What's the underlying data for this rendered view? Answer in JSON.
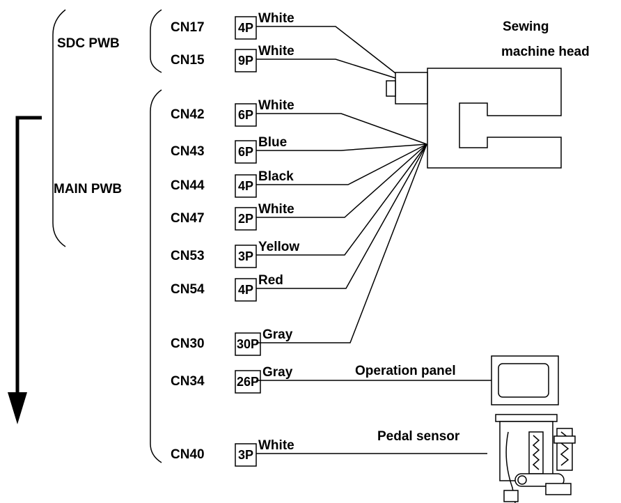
{
  "groups": {
    "sdc": "SDC PWB",
    "main": "MAIN PWB"
  },
  "devices": {
    "head_line1": "Sewing",
    "head_line2": "machine head",
    "panel": "Operation panel",
    "pedal": "Pedal sensor"
  },
  "connectors": [
    {
      "cn": "CN17",
      "pins": "4P",
      "color": "White"
    },
    {
      "cn": "CN15",
      "pins": "9P",
      "color": "White"
    },
    {
      "cn": "CN42",
      "pins": "6P",
      "color": "White"
    },
    {
      "cn": "CN43",
      "pins": "6P",
      "color": "Blue"
    },
    {
      "cn": "CN44",
      "pins": "4P",
      "color": "Black"
    },
    {
      "cn": "CN47",
      "pins": "2P",
      "color": "White"
    },
    {
      "cn": "CN53",
      "pins": "3P",
      "color": "Yellow"
    },
    {
      "cn": "CN54",
      "pins": "4P",
      "color": "Red"
    },
    {
      "cn": "CN30",
      "pins": "30P",
      "color": "Gray"
    },
    {
      "cn": "CN34",
      "pins": "26P",
      "color": "Gray"
    },
    {
      "cn": "CN40",
      "pins": "3P",
      "color": "White"
    }
  ]
}
